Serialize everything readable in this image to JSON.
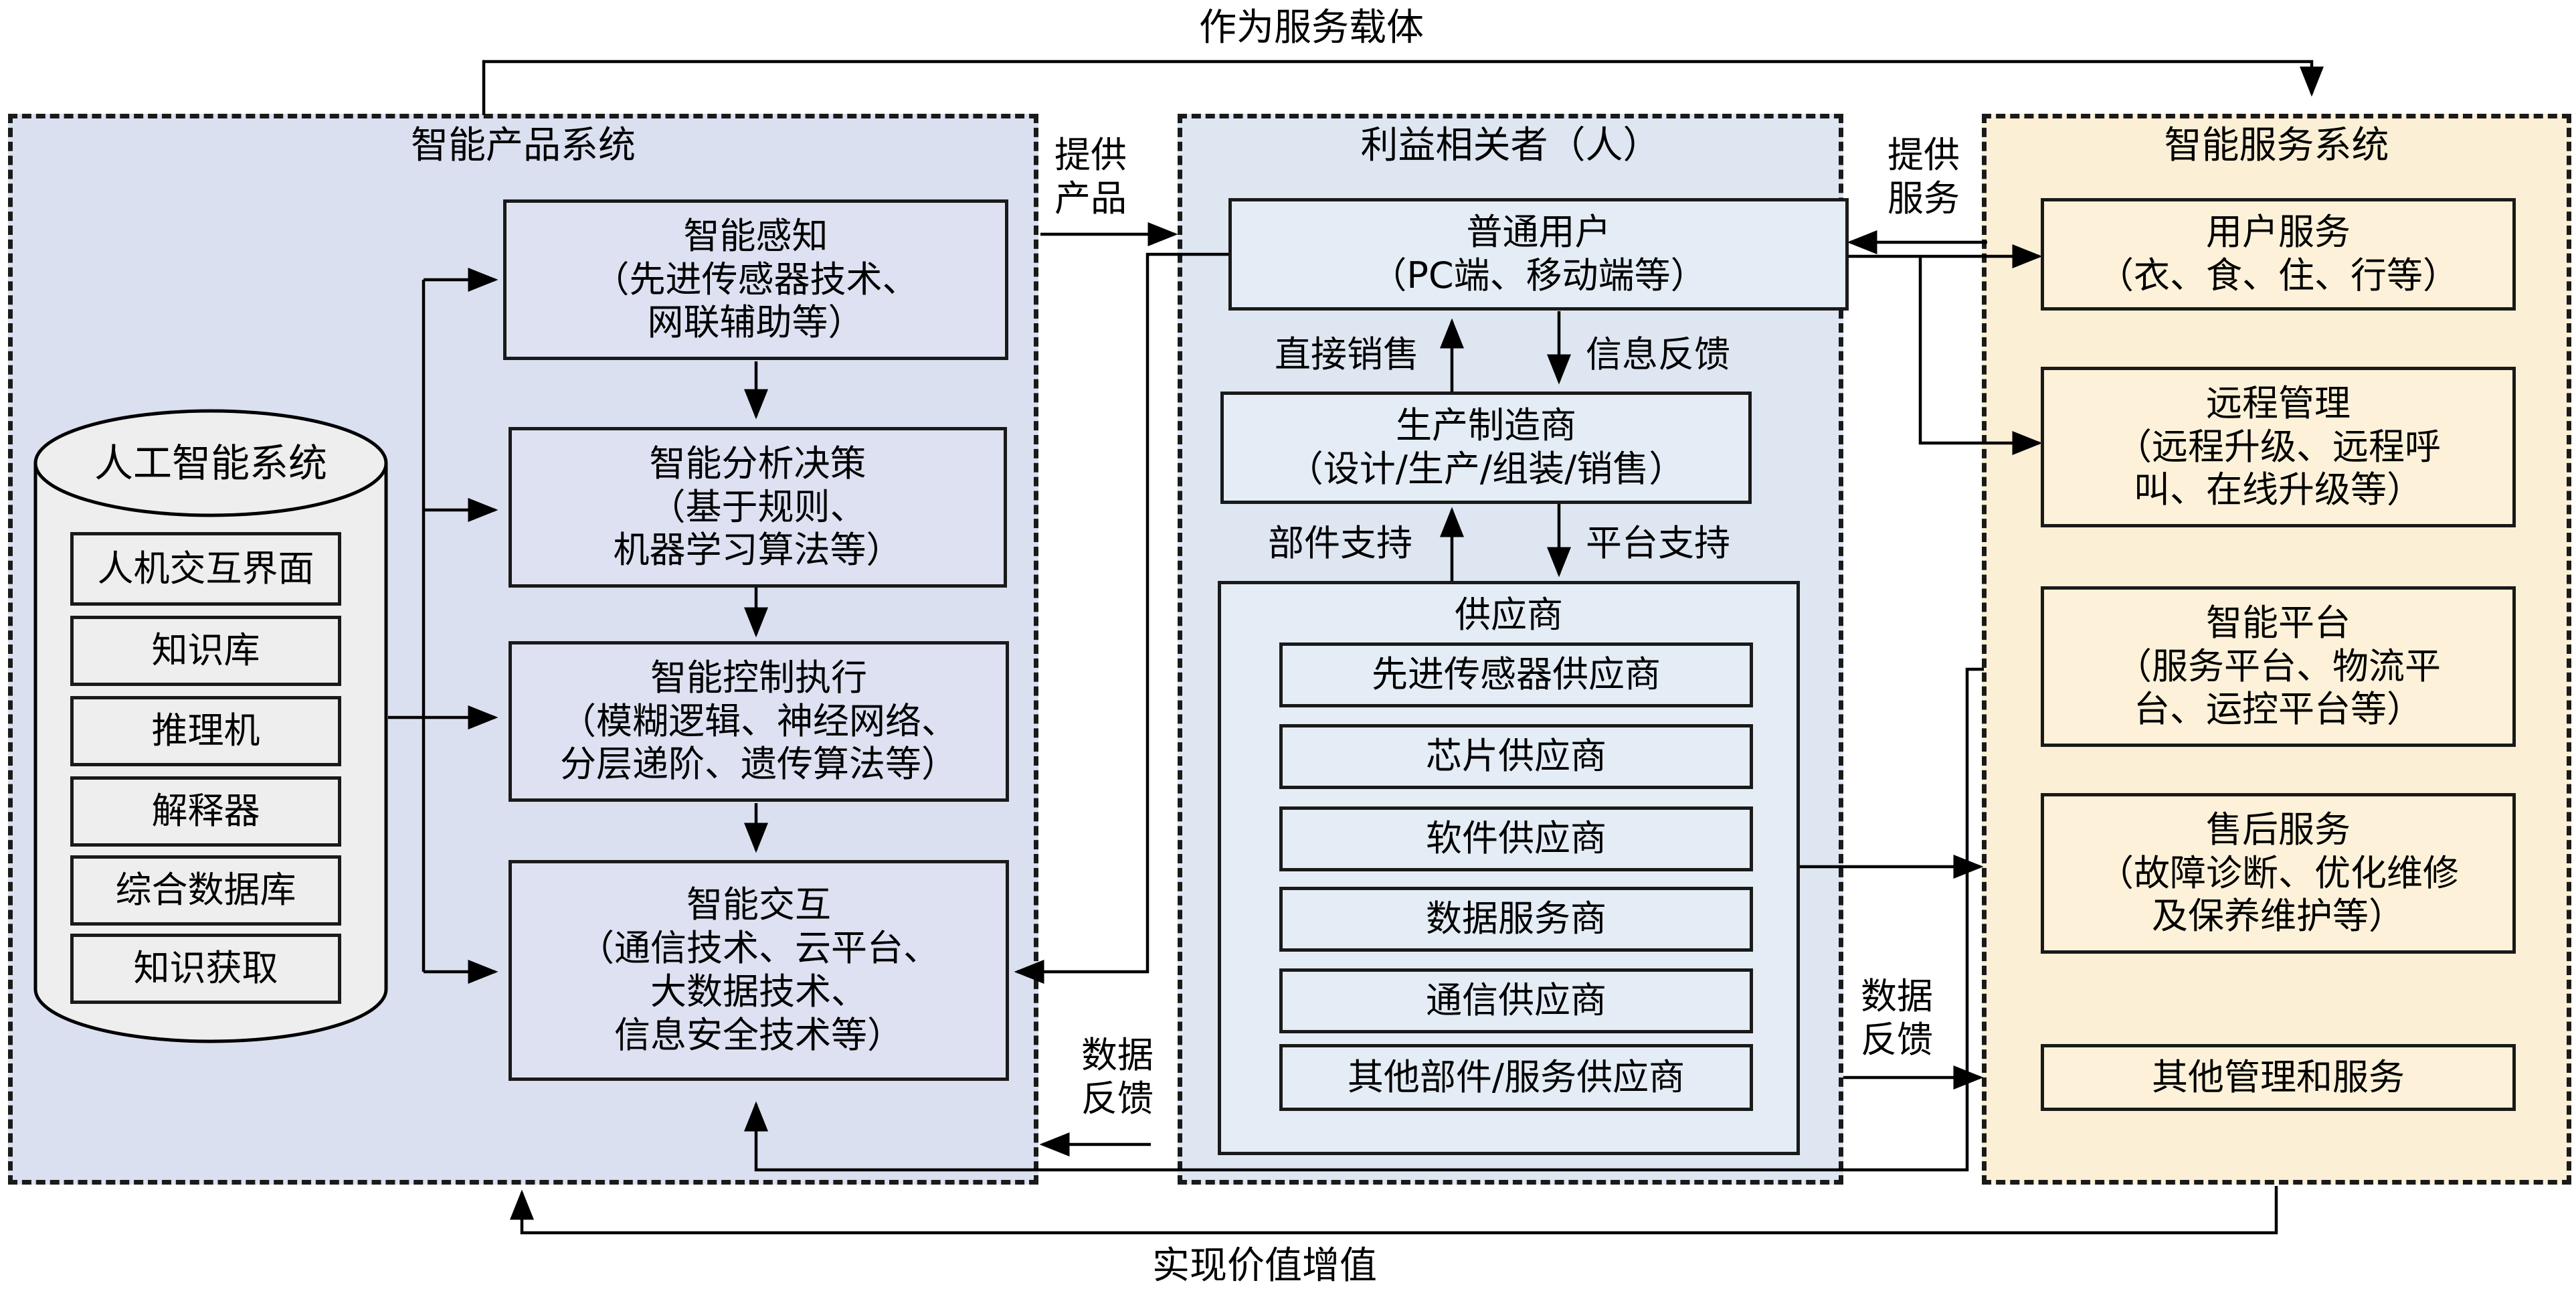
{
  "top_feedback_label": "作为服务载体",
  "bottom_feedback_label": "实现价值增值",
  "product_system": {
    "title": "智能产品系统",
    "ai_system": {
      "title": "人工智能系统",
      "items": [
        "人机交互界面",
        "知识库",
        "推理机",
        "解释器",
        "综合数据库",
        "知识获取"
      ]
    },
    "modules": [
      {
        "title": "智能感知",
        "lines": [
          "（先进传感器技术、",
          "网联辅助等）"
        ]
      },
      {
        "title": "智能分析决策",
        "lines": [
          "（基于规则、",
          "机器学习算法等）"
        ]
      },
      {
        "title": "智能控制执行",
        "lines": [
          "（模糊逻辑、神经网络、",
          "分层递阶、遗传算法等）"
        ]
      },
      {
        "title": "智能交互",
        "lines": [
          "（通信技术、云平台、",
          "大数据技术、",
          "信息安全技术等）"
        ]
      }
    ]
  },
  "link_labels": {
    "provide_product": [
      "提供",
      "产品"
    ],
    "data_feedback_left": [
      "数据",
      "反馈"
    ],
    "provide_service": [
      "提供",
      "服务"
    ],
    "data_feedback_right": [
      "数据",
      "反馈"
    ]
  },
  "stakeholder_system": {
    "title": "利益相关者（人）",
    "user": {
      "title": "普通用户",
      "lines": [
        "（PC端、移动端等）"
      ]
    },
    "manufacturer": {
      "title": "生产制造商",
      "lines": [
        "（设计/生产/组装/销售）"
      ]
    },
    "edge_labels": {
      "direct_sales": "直接销售",
      "info_feedback": "信息反馈",
      "parts_support": "部件支持",
      "platform_support": "平台支持"
    },
    "suppliers": {
      "title": "供应商",
      "items": [
        "先进传感器供应商",
        "芯片供应商",
        "软件供应商",
        "数据服务商",
        "通信供应商",
        "其他部件/服务供应商"
      ]
    }
  },
  "service_system": {
    "title": "智能服务系统",
    "items": [
      {
        "title": "用户服务",
        "lines": [
          "（衣、食、住、行等）"
        ]
      },
      {
        "title": "远程管理",
        "lines": [
          "（远程升级、远程呼",
          "叫、在线升级等）"
        ]
      },
      {
        "title": "智能平台",
        "lines": [
          "（服务平台、物流平",
          "台、运控平台等）"
        ]
      },
      {
        "title": "售后服务",
        "lines": [
          "（故障诊断、优化维修",
          "及保养维护等）"
        ]
      },
      {
        "title": "其他管理和服务",
        "lines": []
      }
    ]
  }
}
